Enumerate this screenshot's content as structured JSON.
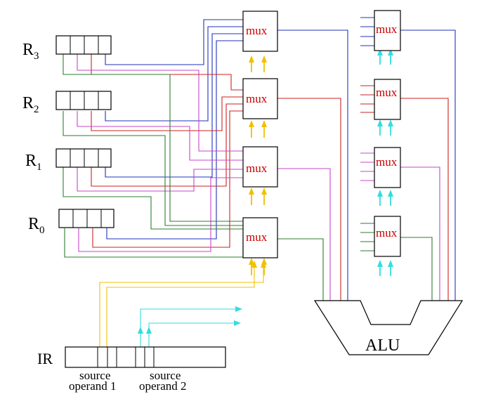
{
  "colors": {
    "r0": "#2e7d2e",
    "r1": "#c845c8",
    "r2": "#cc2222",
    "r3": "#2233bb",
    "select_left": "#f0c000",
    "select_right": "#33dddd",
    "mux_text": "#cc0000"
  },
  "registers": [
    {
      "name": "R",
      "sub": "3"
    },
    {
      "name": "R",
      "sub": "2"
    },
    {
      "name": "R",
      "sub": "1"
    },
    {
      "name": "R",
      "sub": "0"
    }
  ],
  "mux_label": "mux",
  "alu_label": "ALU",
  "ir_label": "IR",
  "operands": [
    {
      "line1": "source",
      "line2": "operand 1"
    },
    {
      "line1": "source",
      "line2": "operand 2"
    }
  ]
}
